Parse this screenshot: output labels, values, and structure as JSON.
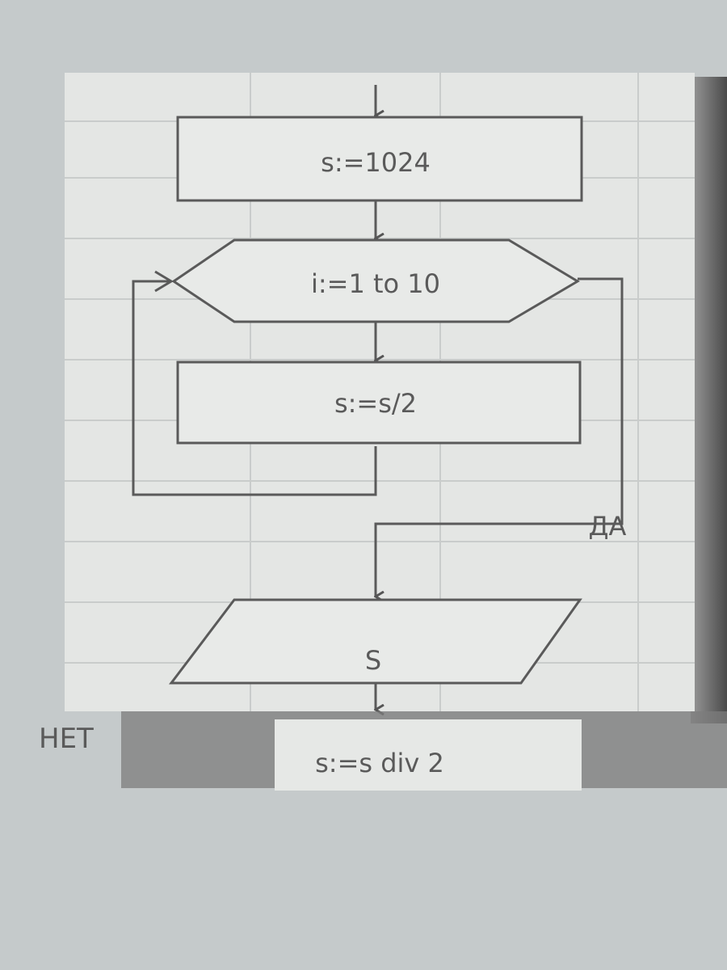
{
  "flowchart": {
    "init": "s:=1024",
    "loop": "i:=1 to 10",
    "body": "s:=s/2",
    "output": "S",
    "yes_label": "ДА",
    "no_label": "НЕТ",
    "extra_block": "s:=s div 2"
  },
  "colors": {
    "paper": "#c5cacb",
    "sheet": "#e6e8e6",
    "ink": "#5a5a5a",
    "shadow": "#6e6e6e"
  }
}
